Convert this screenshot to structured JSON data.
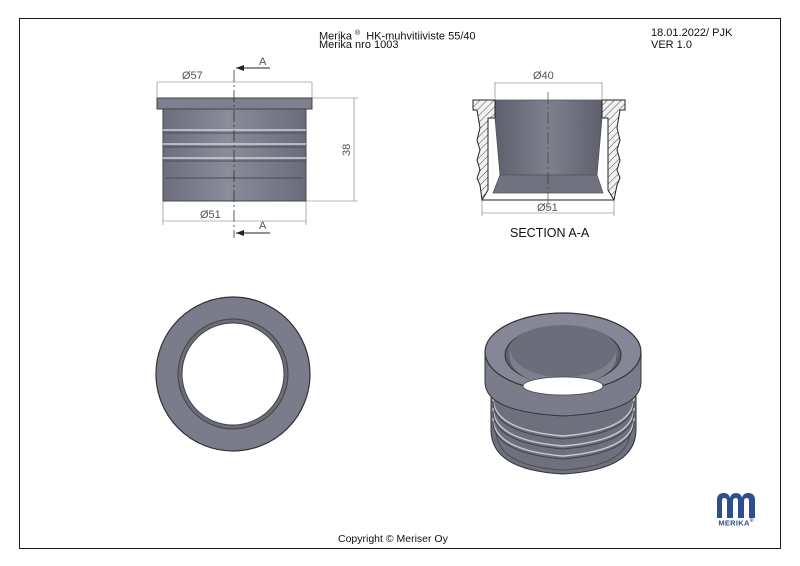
{
  "header": {
    "brand": "Merika",
    "reg_mark": "®",
    "product": "HK-muhvitiiviste 55/40",
    "product_number": "Merika nro 1003",
    "date_author": "18.01.2022/ PJK",
    "version": "VER 1.0"
  },
  "views": {
    "front": {
      "top_diameter": "Ø57",
      "bottom_diameter": "Ø51",
      "height": "38",
      "section_mark_top": "A",
      "section_mark_bottom": "A"
    },
    "section": {
      "inner_diameter": "Ø40",
      "outer_diameter": "Ø51",
      "label": "SECTION A-A"
    }
  },
  "footer": {
    "copyright": "Copyright © Meriser Oy"
  },
  "logo": {
    "text": "MERIKA",
    "reg_mark": "®",
    "color": "#2d4f8e"
  },
  "colors": {
    "part_fill": "#7a7c8c",
    "part_dark": "#5f6170",
    "part_light": "#9a9caa",
    "hatch": "#333333"
  }
}
